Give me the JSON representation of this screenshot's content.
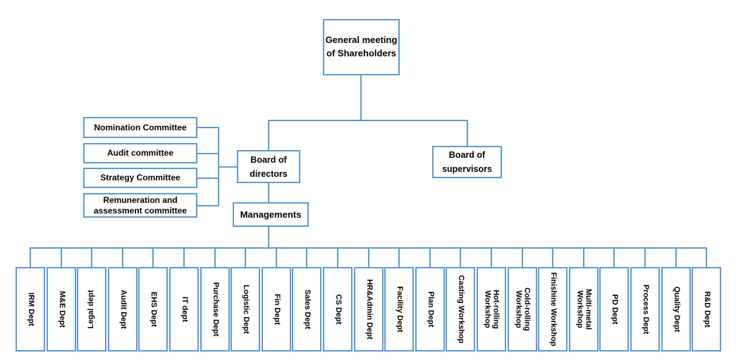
{
  "chart": {
    "title_node": {
      "label": "General meeting of Shareholders"
    },
    "board_directors": {
      "label": "Board of directors"
    },
    "board_supervisors": {
      "label": "Board of supervisors"
    },
    "managements": {
      "label": "Managements"
    },
    "committees": [
      {
        "label": "Nomination Committee"
      },
      {
        "label": "Audit committee"
      },
      {
        "label": "Strategy Committee"
      },
      {
        "label": "Remuneration and assessment committee"
      }
    ],
    "departments": [
      {
        "label": "IRM Dept",
        "orientation": "cw",
        "lines": 1
      },
      {
        "label": "M&E Dept",
        "orientation": "cw",
        "lines": 1
      },
      {
        "label": "Legal dept",
        "orientation": "ccw",
        "lines": 1
      },
      {
        "label": "Audit Dept",
        "orientation": "cw",
        "lines": 1
      },
      {
        "label": "EHS Dept",
        "orientation": "cw",
        "lines": 1
      },
      {
        "label": "IT dept",
        "orientation": "cw",
        "lines": 1
      },
      {
        "label": "Purchase Dept",
        "orientation": "cw",
        "lines": 1
      },
      {
        "label": "Logistic Dept",
        "orientation": "cw",
        "lines": 1
      },
      {
        "label": "Fin Dept",
        "orientation": "cw",
        "lines": 1
      },
      {
        "label": "Sales Dept",
        "orientation": "cw",
        "lines": 1
      },
      {
        "label": "CS Dept",
        "orientation": "cw",
        "lines": 1
      },
      {
        "label": "HR&Admin Dept",
        "orientation": "cw",
        "lines": 1
      },
      {
        "label": "Facility Dept",
        "orientation": "cw",
        "lines": 1
      },
      {
        "label": "Plan Dept",
        "orientation": "cw",
        "lines": 1
      },
      {
        "label": "Casting Workshop",
        "orientation": "cw",
        "lines": 1
      },
      {
        "label": "Hot-rolling Workshop",
        "orientation": "cw",
        "lines": 2
      },
      {
        "label": "Cold-rolling Workshop",
        "orientation": "cw",
        "lines": 2
      },
      {
        "label": "Finishine Workshop",
        "orientation": "cw",
        "lines": 2
      },
      {
        "label": "Multi-metal Workshop",
        "orientation": "cw",
        "lines": 2
      },
      {
        "label": "PD Dept",
        "orientation": "cw",
        "lines": 1
      },
      {
        "label": "Process Dept",
        "orientation": "cw",
        "lines": 1
      },
      {
        "label": "Quality Dept",
        "orientation": "cw",
        "lines": 1
      },
      {
        "label": "R&D Dept",
        "orientation": "cw",
        "lines": 1
      }
    ],
    "colors": {
      "border": "#5B9BD5",
      "connector": "#5B9BD5",
      "box_fill": "#FFFFFF",
      "text": "#000000",
      "background": "#FFFFFF"
    }
  }
}
